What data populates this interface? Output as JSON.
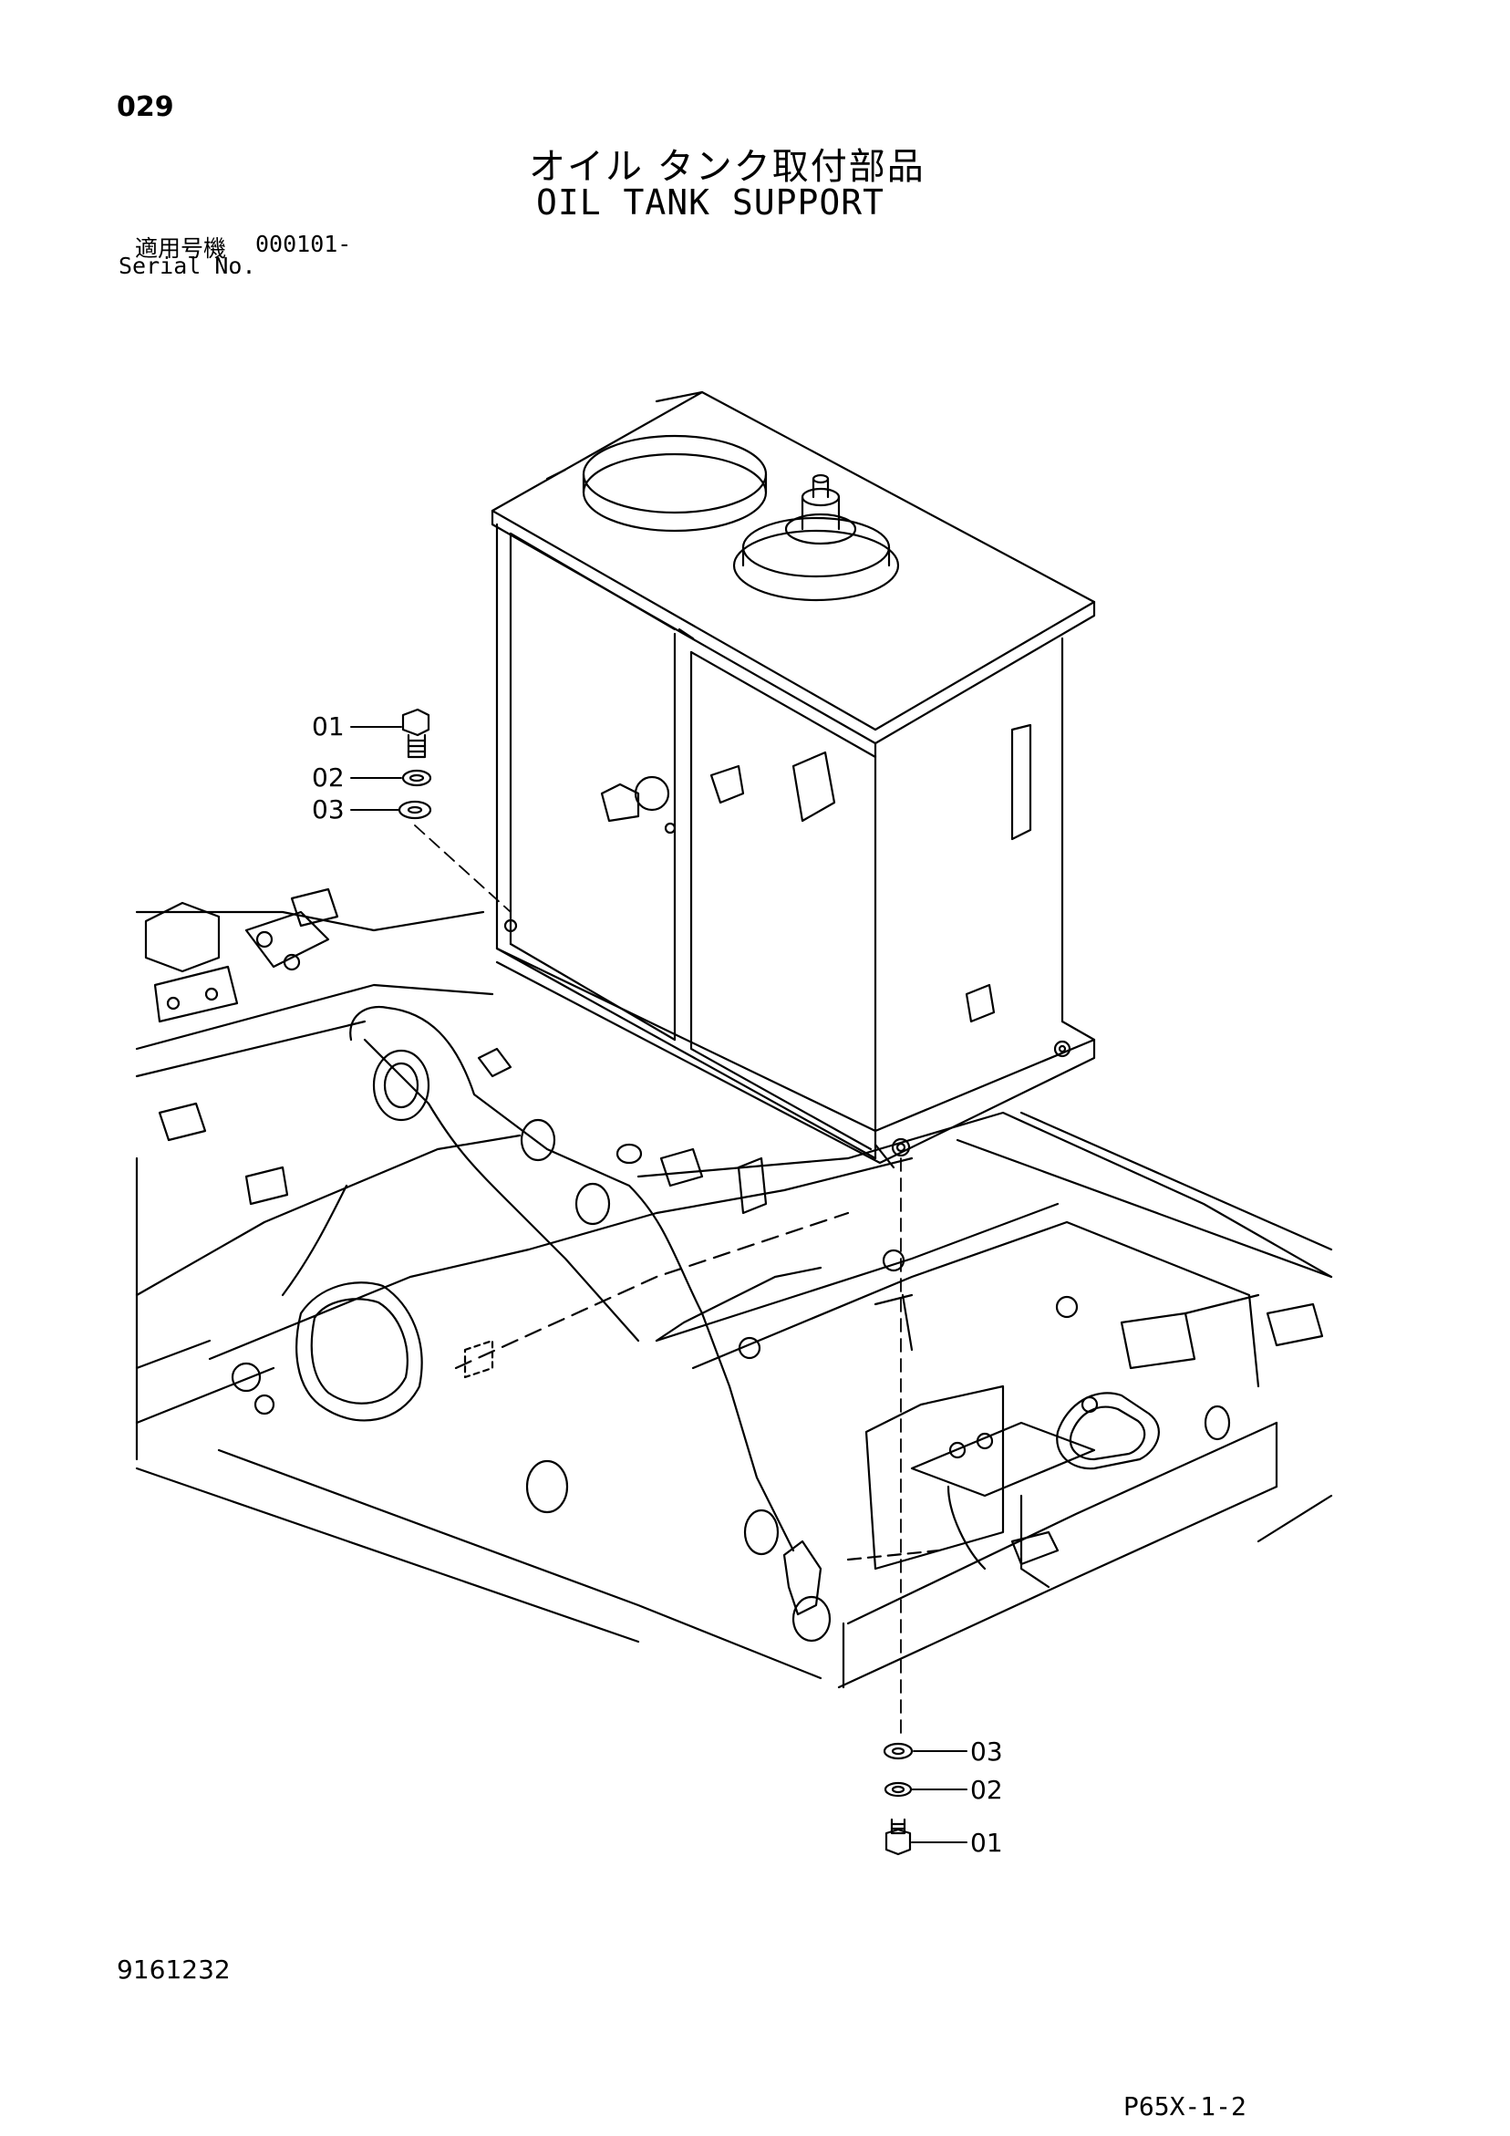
{
  "page": {
    "number": "029",
    "title_jp": "オイル タンク取付部品",
    "title_en": "OIL TANK SUPPORT",
    "serial_label_jp": "適用号機",
    "serial_value": "000101-",
    "serial_label_en": "Serial No.",
    "doc_number": "9161232",
    "model_ref": "P65X-1-2"
  },
  "callouts": {
    "upper": [
      {
        "num": "01",
        "part": "bolt"
      },
      {
        "num": "02",
        "part": "spring-washer"
      },
      {
        "num": "03",
        "part": "washer"
      }
    ],
    "lower": [
      {
        "num": "03",
        "part": "washer"
      },
      {
        "num": "02",
        "part": "spring-washer"
      },
      {
        "num": "01",
        "part": "bolt"
      }
    ]
  },
  "colors": {
    "line": "#000000",
    "background": "#ffffff"
  }
}
